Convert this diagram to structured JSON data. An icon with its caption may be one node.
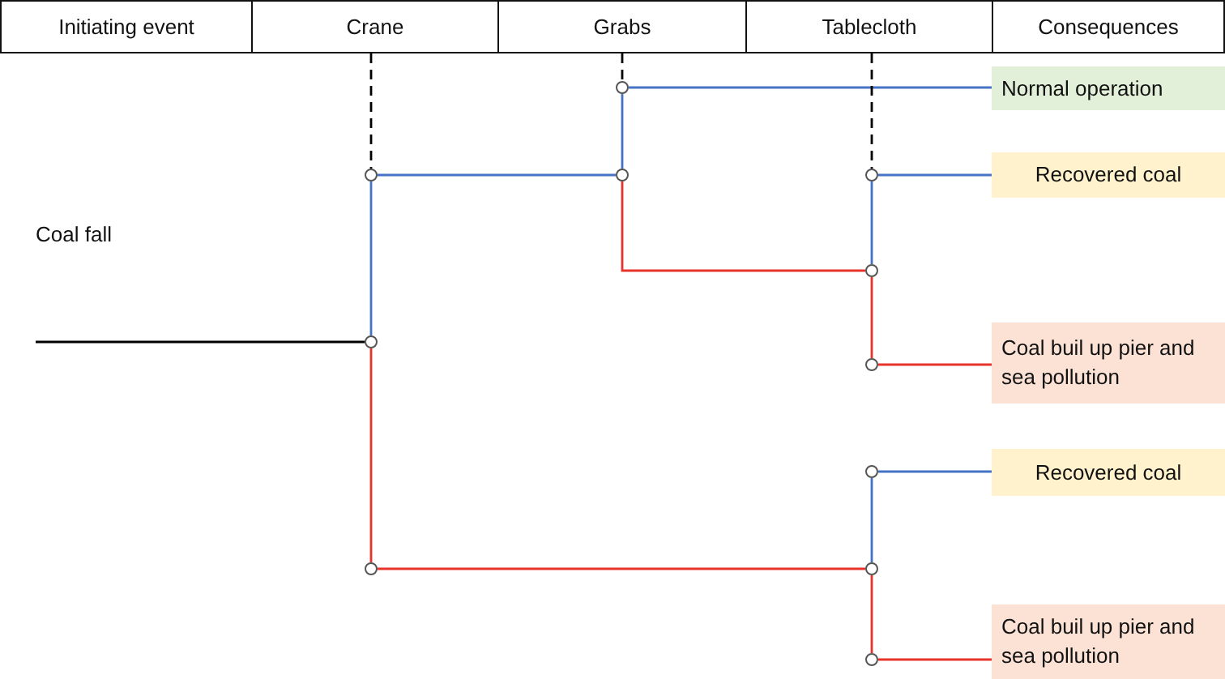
{
  "diagram": {
    "nodes": [
      {
        "text": [
          "Initiating event"
        ]
      },
      {
        "text": [
          "Crane"
        ]
      },
      {
        "text": [
          "Grabs"
        ]
      },
      {
        "text": [
          "Tablecloth"
        ]
      },
      {
        "text": [
          "Consequences"
        ]
      },
      {
        "text": [],
        "shape": "circle"
      },
      {
        "text": [
          "Normal operation"
        ]
      },
      {
        "text": [],
        "shape": "circle"
      },
      {
        "text": [],
        "shape": "circle"
      },
      {
        "text": [],
        "shape": "circle"
      },
      {
        "text": [
          "Recovered coal"
        ]
      },
      {
        "text": [],
        "shape": "circle"
      },
      {
        "text": [],
        "shape": "circle"
      },
      {
        "text": [],
        "shape": "circle"
      },
      {
        "text": [
          "Coal buil up pier and sea pollution"
        ]
      },
      {
        "text": [],
        "shape": "circle"
      },
      {
        "text": [
          "Recovered coal"
        ]
      },
      {
        "text": [],
        "shape": "circle"
      },
      {
        "text": [],
        "shape": "circle"
      },
      {
        "text": [],
        "shape": "circle"
      },
      {
        "text": [
          "Coal buil up pier and sea pollution"
        ]
      }
    ],
    "edges": [
      {
        "from": null,
        "to": 12,
        "arrow": "none",
        "color": "#000000"
      },
      {
        "from": 12,
        "to": 7,
        "arrow": "none",
        "color": "#4472c4"
      },
      {
        "from": 12,
        "to": 17,
        "arrow": "none",
        "color": "#e8332b"
      },
      {
        "from": 7,
        "to": 8,
        "arrow": "none",
        "color": "#4472c4"
      },
      {
        "from": 8,
        "to": 5,
        "arrow": "none",
        "color": "#4472c4"
      },
      {
        "from": 5,
        "to": 6,
        "arrow": "none",
        "color": "#4472c4"
      },
      {
        "from": 8,
        "to": 11,
        "arrow": "none",
        "color": "#e8332b"
      },
      {
        "from": 11,
        "to": 9,
        "arrow": "none",
        "color": "#4472c4"
      },
      {
        "from": 9,
        "to": 10,
        "arrow": "none",
        "color": "#4472c4"
      },
      {
        "from": 11,
        "to": 13,
        "arrow": "none",
        "color": "#e8332b"
      },
      {
        "from": 13,
        "to": 14,
        "arrow": "none",
        "color": "#e8332b"
      },
      {
        "from": 17,
        "to": 18,
        "arrow": "none",
        "color": "#e8332b"
      },
      {
        "from": 18,
        "to": 15,
        "arrow": "none",
        "color": "#4472c4"
      },
      {
        "from": 15,
        "to": 16,
        "arrow": "none",
        "color": "#4472c4"
      },
      {
        "from": 18,
        "to": 19,
        "arrow": "none",
        "color": "#e8332b"
      },
      {
        "from": 19,
        "to": 20,
        "arrow": "none",
        "color": "#e8332b"
      },
      {
        "from": 1,
        "to": 7,
        "arrow": "none",
        "style": "dashed",
        "color": "#000000"
      },
      {
        "from": 2,
        "to": 5,
        "arrow": "none",
        "style": "dashed",
        "color": "#000000"
      },
      {
        "from": 3,
        "to": 9,
        "arrow": "none",
        "style": "dashed",
        "color": "#000000"
      }
    ],
    "labels": [
      "Coal fall"
    ]
  }
}
